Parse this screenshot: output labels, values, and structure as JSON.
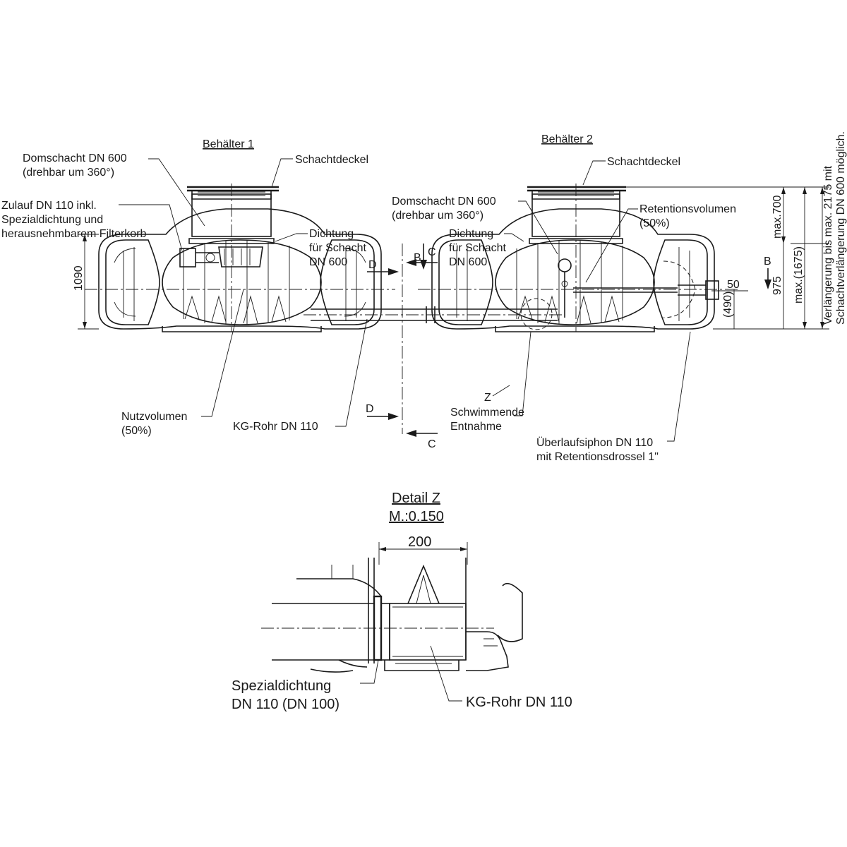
{
  "titles": {
    "tank1": "Behälter 1",
    "tank2": "Behälter 2"
  },
  "labels": {
    "domschacht1_l1": "Domschacht DN 600",
    "domschacht1_l2": "(drehbar um 360°)",
    "schachtdeckel1": "Schachtdeckel",
    "zulauf_l1": "Zulauf DN 110 inkl.",
    "zulauf_l2": "Spezialdichtung und",
    "zulauf_l3": "herausnehmbarem Filterkorb",
    "dichtung1_l1": "Dichtung",
    "dichtung1_l2": "für Schacht",
    "dichtung1_l3": "DN 600",
    "domschacht2_l1": "Domschacht DN 600",
    "domschacht2_l2": "(drehbar um 360°)",
    "schachtdeckel2": "Schachtdeckel",
    "retention_l1": "Retentionsvolumen",
    "retention_l2": "(50%)",
    "dichtung2_l1": "Dichtung",
    "dichtung2_l2": "für Schacht",
    "dichtung2_l3": "DN 600",
    "nutz_l1": "Nutzvolumen",
    "nutz_l2": "(50%)",
    "kg_rohr": "KG-Rohr DN 110",
    "schwimm_l1": "Schwimmende",
    "schwimm_l2": "Entnahme",
    "ueberlauf_l1": "Überlaufsiphon DN 110",
    "ueberlauf_l2": "mit Retentionsdrossel 1\"",
    "verl_l1": "Verlängerung bis max. 2175 mit",
    "verl_l2": "Schachtverlängerung DN 600 möglich."
  },
  "section_marks": {
    "d_top": "D",
    "c_top": "C",
    "b_left": "B",
    "z_mark": "Z",
    "d_bottom": "D",
    "c_bottom": "C",
    "b_right": "B"
  },
  "dimensions": {
    "height_1090": "1090",
    "max_700": "max.700",
    "max_1675": "max.(1675)",
    "d975": "975",
    "d490": "(490)",
    "d50": "50"
  },
  "detail": {
    "title": "Detail Z",
    "scale": "M.:0.150",
    "dim_200": "200",
    "seal_l1": "Spezialdichtung",
    "seal_l2": "DN 110 (DN 100)",
    "kg_rohr": "KG-Rohr DN 110"
  }
}
